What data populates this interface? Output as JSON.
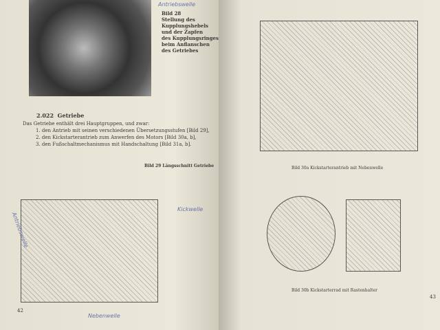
{
  "left_page": {
    "fig28_caption": [
      "Bild 28",
      "Stellung des",
      "Kupplungshebels",
      "und der Zapfen",
      "des Kupplungsringes",
      "beim Anflanschen",
      "des Getriebes"
    ],
    "section_number": "2.022",
    "section_title": "Getriebe",
    "intro": "Das Getriebe enthält drei Hauptgruppen, und zwar:",
    "list": [
      "1. den Antrieb mit seinen verschiedenen Übersetzungsstufen [Bild 29],",
      "2. den Kickstarterantrieb zum Anwerfen des Motors [Bild 30a, b],",
      "3. den Fußschaltmechanismus mit Handschaltung [Bild 31a, b]."
    ],
    "fig29_caption": "Bild 29 Längsschnitt Getriebe",
    "handwritten": [
      "Antriebswelle",
      "Kickwelle",
      "Antriebswelle",
      "Nebenwelle"
    ],
    "page_number": "42"
  },
  "right_page": {
    "fig30a_caption": "Bild 30a Kickstarterantrieb mit Nebenwelle",
    "fig30b_caption": "Bild 30b Kickstarterrad mit Rastenhalter",
    "page_number": "43"
  }
}
